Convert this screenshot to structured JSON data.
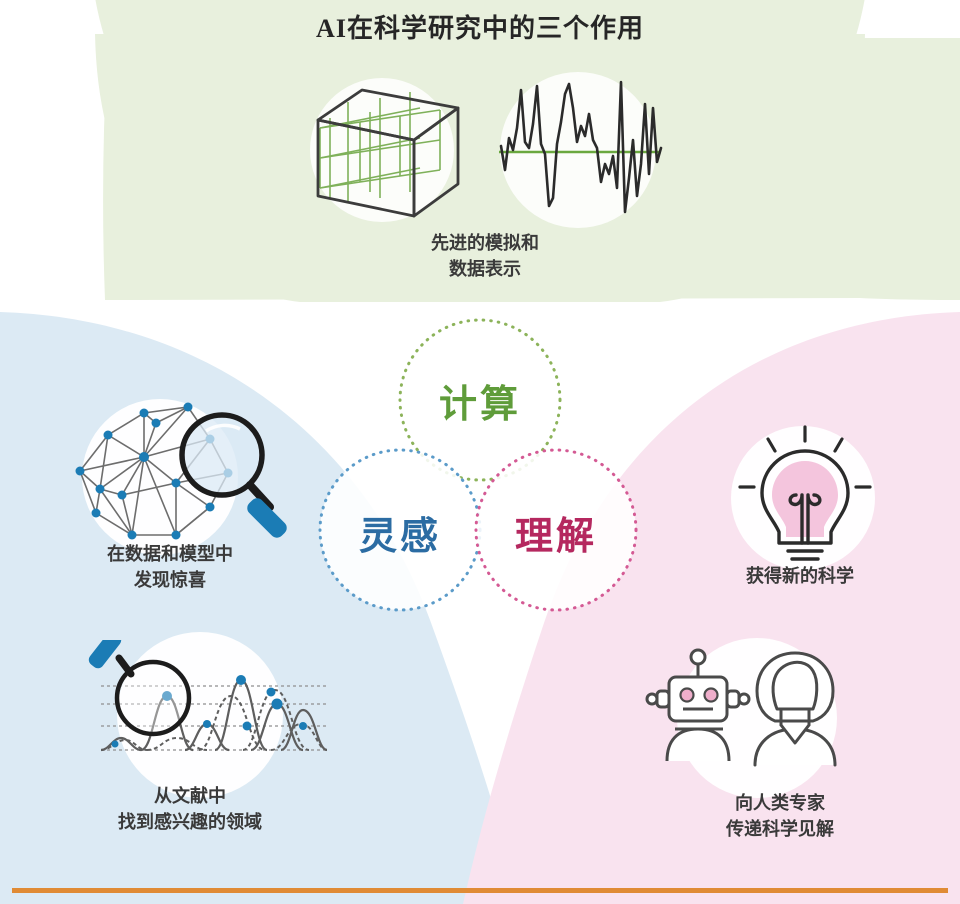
{
  "title": "AI在科学研究中的三个作用",
  "venn": {
    "compute": {
      "label": "计算",
      "color": "#5f9c3a",
      "circle_color": "#8cb35a"
    },
    "inspire": {
      "label": "灵感",
      "color": "#2b6ca3",
      "circle_color": "#5b9bc9"
    },
    "understand": {
      "label": "理解",
      "color": "#b5285f",
      "circle_color": "#d45a94"
    }
  },
  "regions": {
    "top": {
      "name": "计算",
      "bg_color": "#e8f0dd"
    },
    "left": {
      "name": "灵感",
      "bg_color": "#dceaf4"
    },
    "right": {
      "name": "理解",
      "bg_color": "#f9e3ef"
    },
    "accent_rule_color": "#e08b35"
  },
  "sections": {
    "top": {
      "caption": "先进的模拟和\n数据表示",
      "icons": [
        "3d-cube-grid-icon",
        "waveform-signal-icon"
      ]
    },
    "left_top": {
      "caption": "在数据和模型中\n发现惊喜",
      "icons": [
        "network-graph-icon",
        "magnifying-glass-icon"
      ]
    },
    "left_bottom": {
      "caption": "从文献中\n找到感兴趣的领域",
      "icons": [
        "peak-curves-icon",
        "magnifying-glass-icon"
      ]
    },
    "right_top": {
      "caption": "获得新的科学",
      "icons": [
        "lightbulb-icon"
      ]
    },
    "right_bottom": {
      "caption": "向人类专家\n传递科学见解",
      "icons": [
        "robot-icon",
        "human-expert-icon"
      ]
    }
  }
}
